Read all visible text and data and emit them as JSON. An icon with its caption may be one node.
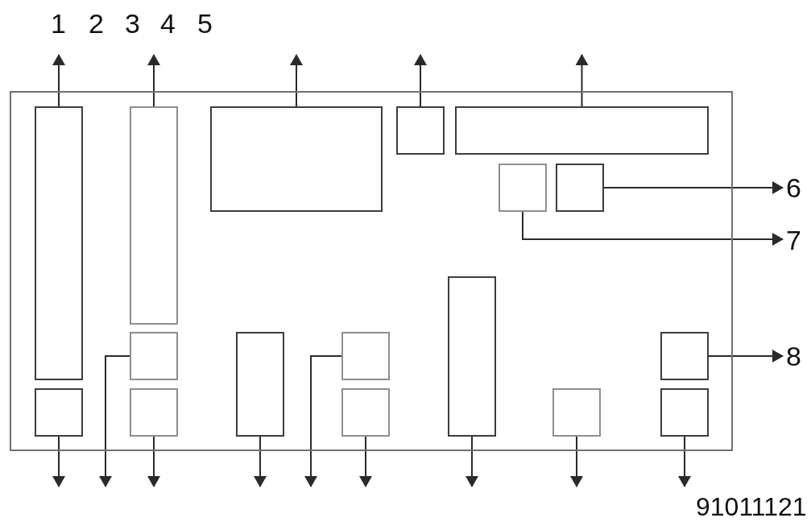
{
  "diagram": {
    "nodes": [
      {
        "text": [],
        "shape": "box"
      },
      {
        "text": [],
        "shape": "box",
        "in": 0
      },
      {
        "text": [],
        "shape": "box",
        "in": 0
      },
      {
        "text": [],
        "shape": "box",
        "in": 0
      },
      {
        "text": [],
        "shape": "box",
        "in": 0
      },
      {
        "text": [],
        "shape": "box",
        "in": 0
      },
      {
        "text": [],
        "shape": "box",
        "in": 0
      },
      {
        "text": [],
        "shape": "box",
        "in": 0
      },
      {
        "text": [
          "6"
        ]
      },
      {
        "text": [
          "7"
        ]
      },
      {
        "text": [],
        "shape": "box",
        "in": 0
      },
      {
        "text": [],
        "shape": "box",
        "in": 0
      },
      {
        "text": [],
        "shape": "box",
        "in": 0
      },
      {
        "text": [],
        "shape": "box",
        "in": 0
      },
      {
        "text": [],
        "shape": "box",
        "in": 0
      },
      {
        "text": [
          "8"
        ]
      },
      {
        "text": [],
        "shape": "box",
        "in": 0
      },
      {
        "text": [],
        "shape": "box",
        "in": 0
      },
      {
        "text": [],
        "shape": "box",
        "in": 0
      },
      {
        "text": [],
        "shape": "box",
        "in": 0
      },
      {
        "text": [],
        "shape": "box",
        "in": 0
      }
    ],
    "edges": [
      {
        "from": 1,
        "to": null,
        "arrow": "to"
      },
      {
        "from": 2,
        "to": null,
        "arrow": "to"
      },
      {
        "from": 3,
        "to": null,
        "arrow": "to"
      },
      {
        "from": 4,
        "to": null,
        "arrow": "to"
      },
      {
        "from": 5,
        "to": null,
        "arrow": "to"
      },
      {
        "from": 7,
        "to": 8,
        "arrow": "to"
      },
      {
        "from": 6,
        "to": 9,
        "arrow": "to"
      },
      {
        "from": 14,
        "to": 15,
        "arrow": "to"
      },
      {
        "from": 16,
        "to": null,
        "arrow": "to"
      },
      {
        "from": 11,
        "to": null,
        "arrow": "to"
      },
      {
        "from": 17,
        "to": null,
        "arrow": "to"
      },
      {
        "from": 12,
        "to": null,
        "arrow": "to"
      },
      {
        "from": 13,
        "to": null,
        "arrow": "to"
      },
      {
        "from": 18,
        "to": null,
        "arrow": "to"
      },
      {
        "from": 10,
        "to": null,
        "arrow": "to"
      },
      {
        "from": 19,
        "to": null,
        "arrow": "to"
      },
      {
        "from": 20,
        "to": null,
        "arrow": "to"
      }
    ],
    "labels": [
      "1",
      "2",
      "3",
      "4",
      "5",
      "91011121"
    ]
  }
}
